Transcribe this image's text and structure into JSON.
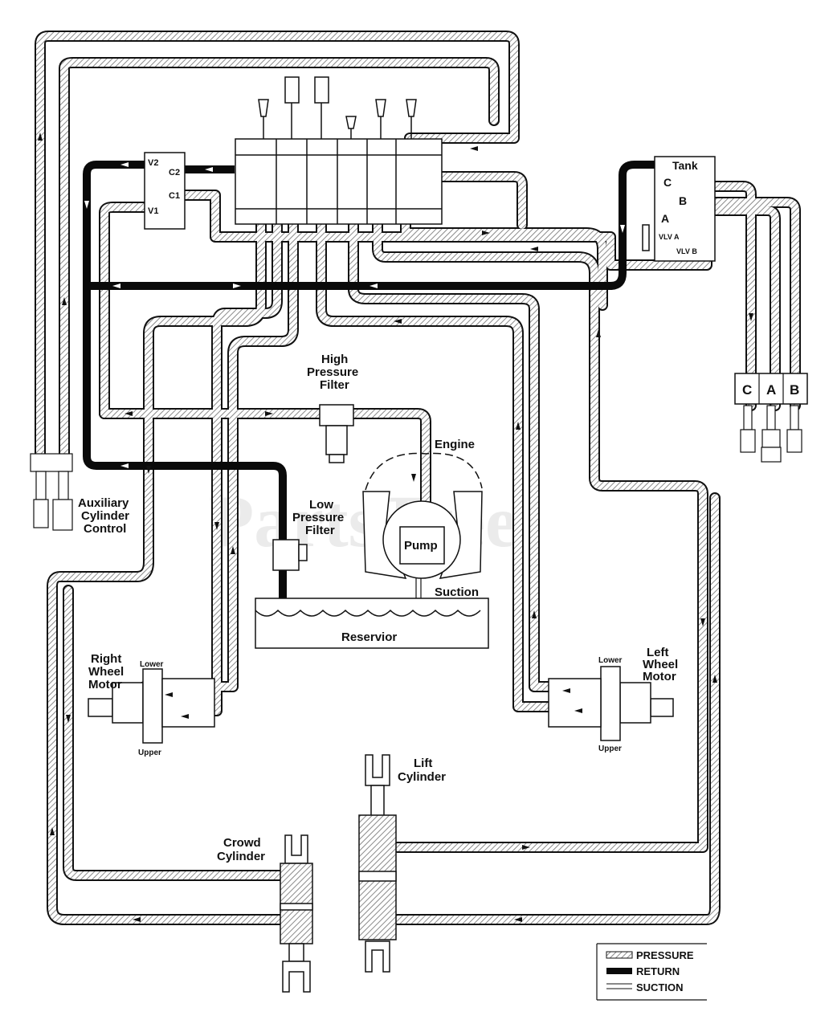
{
  "watermark": "PartsTree",
  "labels": {
    "tank": "Tank",
    "c": "C",
    "b": "B",
    "a": "A",
    "vlv_a": "VLV A",
    "vlv_b": "VLV B",
    "v2": "V2",
    "v1": "V1",
    "c2": "C2",
    "c1": "C1",
    "high_pressure_filter": [
      "High",
      "Pressure",
      "Filter"
    ],
    "engine": "Engine",
    "low_pressure_filter": [
      "Low",
      "Pressure",
      "Filter"
    ],
    "pump": "Pump",
    "suction": "Suction",
    "reservior": "Reservior",
    "auxiliary_cylinder_control": [
      "Auxiliary",
      "Cylinder",
      "Control"
    ],
    "right_wheel_motor": [
      "Right",
      "Wheel",
      "Motor"
    ],
    "left_wheel_motor": [
      "Left",
      "Wheel",
      "Motor"
    ],
    "lower": "Lower",
    "upper": "Upper",
    "lift_cylinder": [
      "Lift",
      "Cylinder"
    ],
    "crowd_cylinder": [
      "Crowd",
      "Cylinder"
    ],
    "port_c": "C",
    "port_a": "A",
    "port_b": "B"
  },
  "legend": {
    "pressure": "PRESSURE",
    "return": "RETURN",
    "suction": "SUCTION"
  },
  "colors": {
    "line": "#111111",
    "return": "#0a0a0a",
    "hatch": "#8a8a8a"
  }
}
